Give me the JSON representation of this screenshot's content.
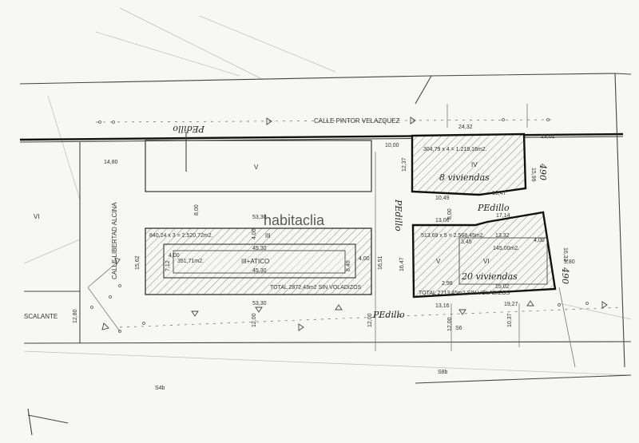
{
  "streets": {
    "top": "CALLE     PINTOR     VELAZQUEZ",
    "side": "CALLE LIBERTAD ALCINA",
    "left": "SCALANTE"
  },
  "blocks": {
    "V_top": "V",
    "VI_left": "VI",
    "III": "III",
    "III_atico": "III+ATICO",
    "IV": "IV",
    "V_right": "V",
    "VI_right": "VI"
  },
  "areas": {
    "block3_calc": "840,24 x 3 = 2.520,72m2.",
    "block3_atico": "351,71m2.",
    "block3_total": "TOTAL 2872,43m2 SIN VOLADIZOS",
    "block4_calc": "304,79 x 4 = 1.219,16m2.",
    "block56_calc": "513,69 x 5 = 2.568,45m2.",
    "block56_extra": "145,00m2.",
    "block56_total": "TOTAL 2713,45m2 SIN VOLADIZOS"
  },
  "handwritten": {
    "pedillo_top": "PEdillo",
    "pedillo_mid": "PEdillo",
    "pedillo_right": "PEdillo",
    "pedillo_bottom": "PEdillo",
    "viviendas_8": "8 viviendas",
    "viviendas_20": "20 viviendas",
    "n490_top": "490",
    "n490_bottom": "490"
  },
  "dimensions": {
    "d_14_80": "14,80",
    "d_10_00": "10,00",
    "d_24_32": "24,32",
    "d_13_01": "13,01",
    "d_12_37": "12,37",
    "d_15_99": "15,99",
    "d_10_49": "10,49",
    "d_19_47": "19,47",
    "d_8_00_a": "8,00",
    "d_8_00_b": "8,00",
    "d_53_30_top": "53,30",
    "d_45_30_a": "45,30",
    "d_45_30_b": "45,30",
    "d_4_00_a": "4,00",
    "d_4_00_b": "4,00",
    "d_4_00_c": "4,00",
    "d_7_12": "7,12",
    "d_8_40": "8,40",
    "d_15_62": "15,62",
    "d_16_51": "16,51",
    "d_53_30_bot": "53,30",
    "d_12_00_a": "12,00",
    "d_12_00_b": "12,00",
    "d_12_00_c": "12,00",
    "d_12_80": "12,80",
    "d_16_47": "16,47",
    "d_13_06": "13,06",
    "d_17_14": "17,14",
    "d_3_45": "3,45",
    "d_13_32": "13,32",
    "d_4_00_d": "4,00",
    "d_2_98": "2,98",
    "d_15_02": "15,02",
    "d_16_33": "16,33",
    "d_9_80": "9,80",
    "d_13_16": "13,16",
    "d_19_27": "19,27",
    "d_10_37": "10,37"
  },
  "sectors": {
    "s6": "S6",
    "s8b": "S8b",
    "s4b": "S4b"
  },
  "watermark": "habitaclia"
}
